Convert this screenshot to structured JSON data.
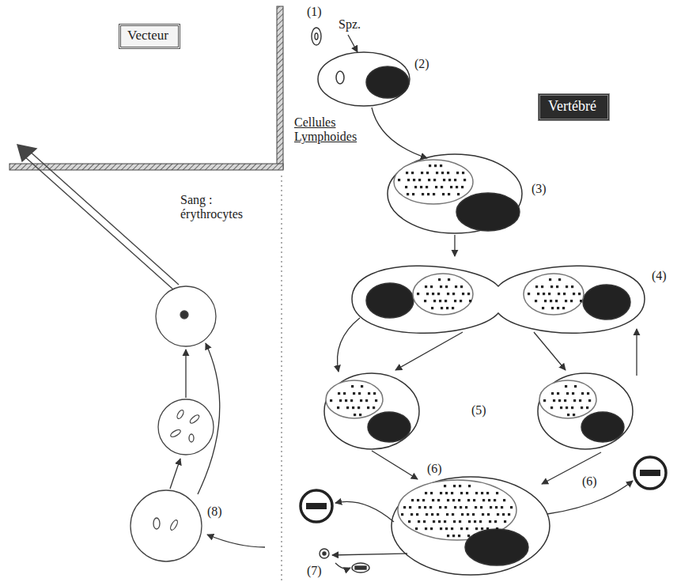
{
  "diagram": {
    "nodes": [
      {
        "text": [
          "Vecteur"
        ]
      },
      {
        "text": [
          "Vertébré"
        ]
      }
    ],
    "labels": [
      "(1)",
      "Spz.",
      "(2)",
      "Cellules Lymphoides",
      "(3)",
      "(4)",
      "(5)",
      "(6)",
      "(6)",
      "(7)",
      "Sang : érythrocytes",
      "(8)"
    ]
  }
}
